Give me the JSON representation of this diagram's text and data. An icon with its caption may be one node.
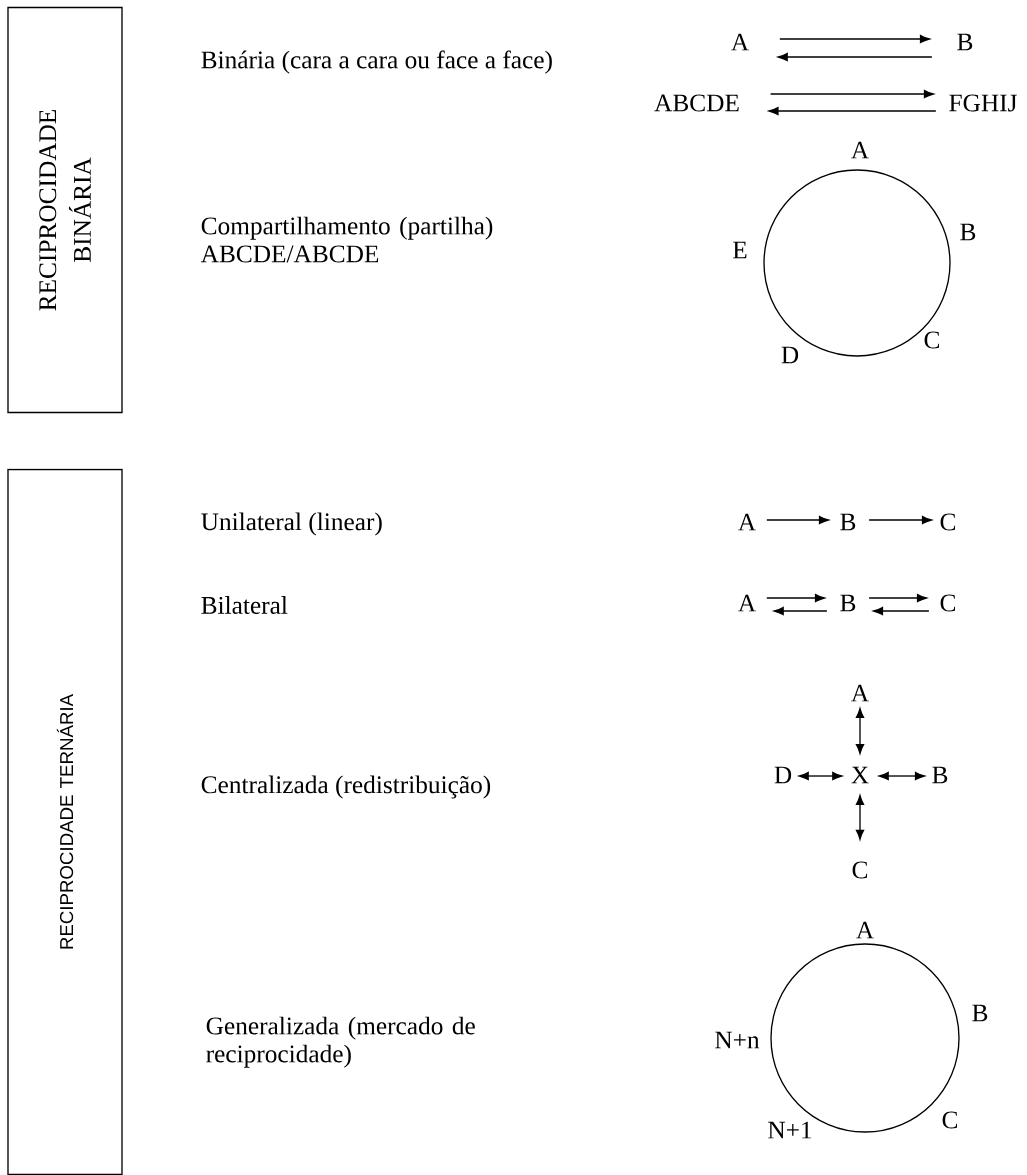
{
  "diagram": {
    "nodes": [
      {
        "text": [
          "RECIPROCIDADE BINÁRIA"
        ]
      },
      {
        "text": [
          "RECIPROCIDADE TERNÁRIA"
        ]
      },
      {
        "text": [
          "A"
        ]
      },
      {
        "text": [
          "B"
        ]
      },
      {
        "text": [
          "ABCDE"
        ]
      },
      {
        "text": [
          "FGHIJ"
        ]
      },
      {
        "text": [],
        "shape": "circle",
        "beside": [
          "A",
          "B",
          "C",
          "D",
          "E"
        ]
      },
      {
        "text": [
          "A"
        ]
      },
      {
        "text": [
          "B"
        ]
      },
      {
        "text": [
          "C"
        ]
      },
      {
        "text": [
          "A"
        ]
      },
      {
        "text": [
          "B"
        ]
      },
      {
        "text": [
          "C"
        ]
      },
      {
        "text": [
          "A"
        ]
      },
      {
        "text": [
          "D"
        ]
      },
      {
        "text": [
          "X"
        ]
      },
      {
        "text": [
          "B"
        ]
      },
      {
        "text": [
          "C"
        ]
      },
      {
        "text": [],
        "shape": "circle",
        "beside": [
          "A",
          "B",
          "C",
          "N+1",
          "N+n"
        ]
      }
    ],
    "edges": [
      {
        "from": 2,
        "to": 3,
        "arrow": "to"
      },
      {
        "from": 3,
        "to": 2,
        "arrow": "to"
      },
      {
        "from": 4,
        "to": 5,
        "arrow": "to"
      },
      {
        "from": 5,
        "to": 4,
        "arrow": "to"
      },
      {
        "from": 7,
        "to": 8,
        "arrow": "to"
      },
      {
        "from": 8,
        "to": 9,
        "arrow": "to"
      },
      {
        "from": 10,
        "to": 11,
        "arrow": "to"
      },
      {
        "from": 11,
        "to": 10,
        "arrow": "to"
      },
      {
        "from": 11,
        "to": 12,
        "arrow": "to"
      },
      {
        "from": 12,
        "to": 11,
        "arrow": "to"
      },
      {
        "from": 13,
        "to": 15,
        "arrow": "both"
      },
      {
        "from": 14,
        "to": 15,
        "arrow": "both"
      },
      {
        "from": 15,
        "to": 16,
        "arrow": "both"
      },
      {
        "from": 15,
        "to": 17,
        "arrow": "both"
      }
    ],
    "labels": [
      "Binária (cara a cara ou face a face)",
      "Compartilhamento (partilha) ABCDE/ABCDE",
      "Unilateral (linear)",
      "Bilateral",
      "Centralizada (redistribuição)",
      "Generalizada (mercado de reciprocidade)"
    ]
  }
}
